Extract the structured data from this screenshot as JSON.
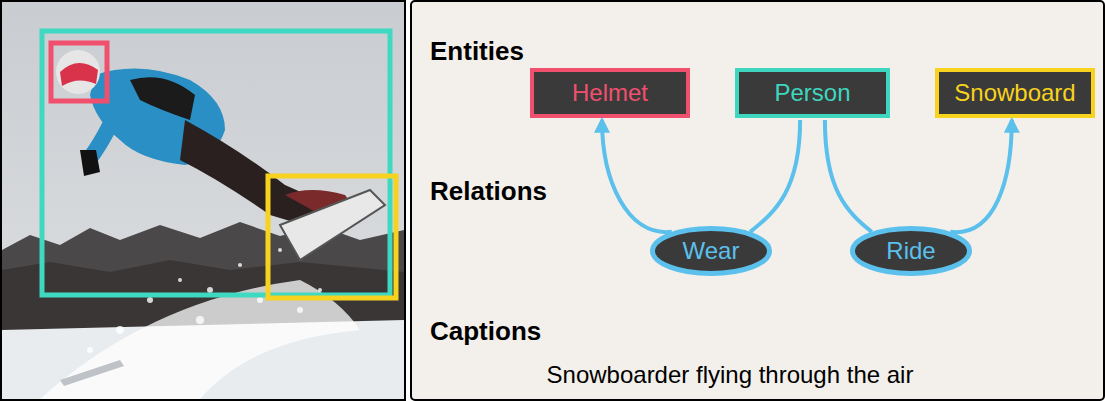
{
  "diagram": {
    "nodes": [
      {
        "text": [
          "Helmet"
        ]
      },
      {
        "text": [
          "Person"
        ]
      },
      {
        "text": [
          "Snowboard"
        ]
      },
      {
        "text": [
          "Wear"
        ]
      },
      {
        "text": [
          "Ride"
        ]
      }
    ],
    "edges": [
      {
        "from": 1,
        "to": 3,
        "arrow": "none"
      },
      {
        "from": 3,
        "to": 0,
        "arrow": "to"
      },
      {
        "from": 1,
        "to": 4,
        "arrow": "none"
      },
      {
        "from": 4,
        "to": 2,
        "arrow": "to"
      }
    ],
    "labels": [
      "Entities",
      "Relations",
      "Captions",
      "Snowboarder flying through the air"
    ]
  }
}
